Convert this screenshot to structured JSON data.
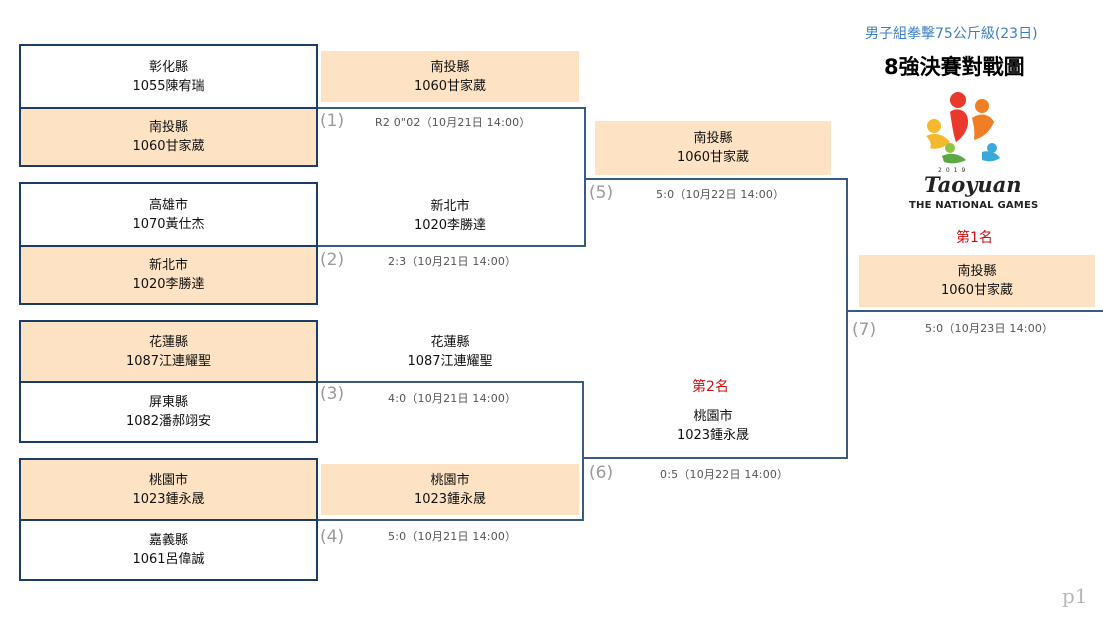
{
  "header": {
    "subtitle": "男子組拳擊75公斤級(23日)",
    "title": "8強決賽對戰圖",
    "logo": {
      "year": "2019",
      "word": "Taoyuan",
      "games_name": "THE NATIONAL GAMES"
    }
  },
  "colors": {
    "border": "#1c3c68",
    "winner_fill": "#fde3c4",
    "rank": "#cc1111",
    "subtitle": "#3b7fc4"
  },
  "entrants": [
    {
      "team": "彰化縣",
      "athlete": "1055陳宥瑞",
      "winner": false
    },
    {
      "team": "南投縣",
      "athlete": "1060甘家葳",
      "winner": true
    },
    {
      "team": "高雄市",
      "athlete": "1070黃仕杰",
      "winner": false
    },
    {
      "team": "新北市",
      "athlete": "1020李勝達",
      "winner": true
    },
    {
      "team": "花蓮縣",
      "athlete": "1087江連耀聖",
      "winner": true
    },
    {
      "team": "屏東縣",
      "athlete": "1082潘郝翊安",
      "winner": false
    },
    {
      "team": "桃園市",
      "athlete": "1023鍾永晟",
      "winner": true
    },
    {
      "team": "嘉義縣",
      "athlete": "1061呂偉誠",
      "winner": false
    }
  ],
  "matches": [
    {
      "no": "(1)",
      "score": "R2 0\"02（10月21日 14:00）",
      "winner_team": "南投縣",
      "winner_athlete": "1060甘家葳"
    },
    {
      "no": "(2)",
      "score": "2:3（10月21日 14:00）",
      "winner_team": "新北市",
      "winner_athlete": "1020李勝達"
    },
    {
      "no": "(3)",
      "score": "4:0（10月21日 14:00）",
      "winner_team": "花蓮縣",
      "winner_athlete": "1087江連耀聖"
    },
    {
      "no": "(4)",
      "score": "5:0（10月21日 14:00）",
      "winner_team": "桃園市",
      "winner_athlete": "1023鍾永晟"
    },
    {
      "no": "(5)",
      "score": "5:0（10月22日 14:00）",
      "winner_team": "南投縣",
      "winner_athlete": "1060甘家葳"
    },
    {
      "no": "(6)",
      "score": "0:5（10月22日 14:00）",
      "winner_team": "桃園市",
      "winner_athlete": "1023鍾永晟"
    },
    {
      "no": "(7)",
      "score": "5:0（10月23日 14:00）",
      "winner_team": "南投縣",
      "winner_athlete": "1060甘家葳"
    }
  ],
  "ranks": {
    "first": "第1名",
    "second": "第2名"
  },
  "page": "p1"
}
